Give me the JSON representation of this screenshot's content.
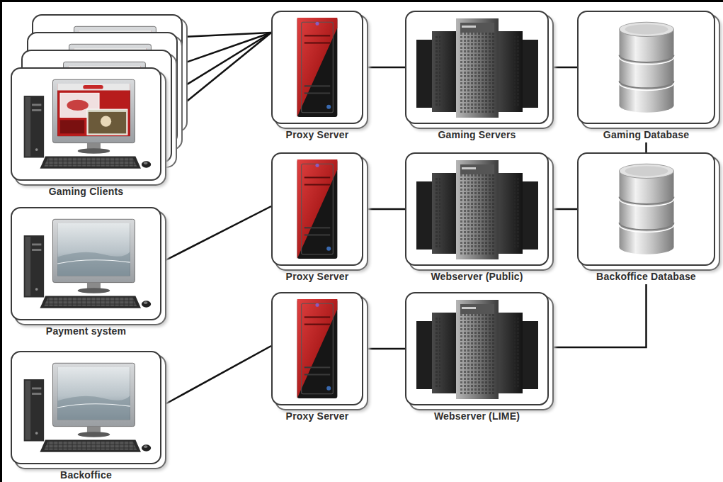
{
  "diagram": {
    "nodes": [
      {
        "text": [
          "Gaming Clients"
        ]
      },
      {
        "text": [
          "Proxy Server"
        ]
      },
      {
        "text": [
          "Gaming Servers"
        ]
      },
      {
        "text": [
          "Gaming Database"
        ]
      },
      {
        "text": [
          "Payment system"
        ]
      },
      {
        "text": [
          "Proxy Server"
        ]
      },
      {
        "text": [
          "Webserver (Public)"
        ]
      },
      {
        "text": [
          "Backoffice Database"
        ]
      },
      {
        "text": [
          "Backoffice"
        ]
      },
      {
        "text": [
          "Proxy Server"
        ]
      },
      {
        "text": [
          "Webserver (LIME)"
        ]
      }
    ],
    "edges": [
      {
        "from": 0,
        "to": 1,
        "arrow": "none"
      },
      {
        "from": 1,
        "to": 2,
        "arrow": "none"
      },
      {
        "from": 2,
        "to": 3,
        "arrow": "none"
      },
      {
        "from": 3,
        "to": 7,
        "arrow": "none"
      },
      {
        "from": 4,
        "to": 5,
        "arrow": "none"
      },
      {
        "from": 5,
        "to": 6,
        "arrow": "none"
      },
      {
        "from": 6,
        "to": 7,
        "arrow": "none"
      },
      {
        "from": 8,
        "to": 9,
        "arrow": "none"
      },
      {
        "from": 9,
        "to": 10,
        "arrow": "none"
      },
      {
        "from": 10,
        "to": 7,
        "arrow": "none"
      }
    ]
  }
}
